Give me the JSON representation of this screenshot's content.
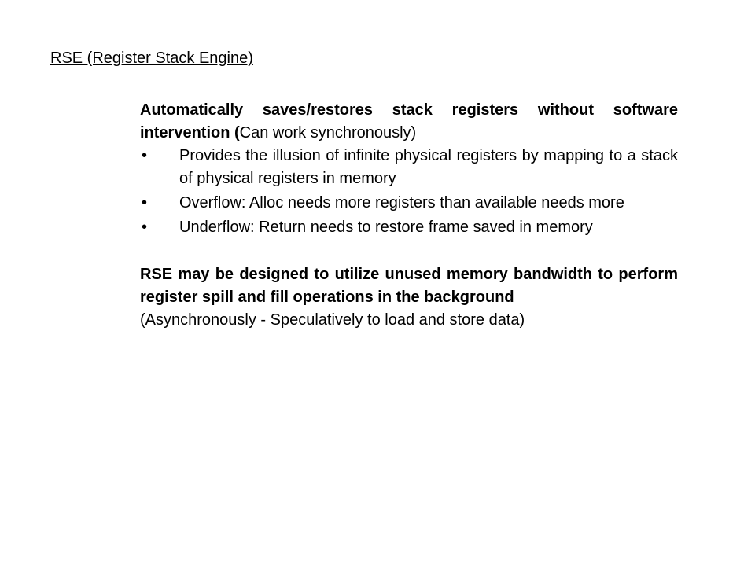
{
  "slide": {
    "title": "RSE (Register Stack Engine)",
    "intro": {
      "bold_part": "Automatically saves/restores stack registers without software intervention (",
      "normal_part": "Can work synchronously)"
    },
    "bullet_char": "•",
    "bullets": [
      "Provides the illusion of infinite physical registers by mapping to a stack of physical registers in memory",
      "Overflow: Alloc needs more registers than available needs more",
      "Underflow: Return needs to restore frame saved in memory"
    ],
    "rse_bold": "RSE may be designed to utilize unused memory bandwidth to perform register spill and fill operations in the background",
    "rse_note": "(Asynchronously - Speculatively to load and store data)"
  }
}
